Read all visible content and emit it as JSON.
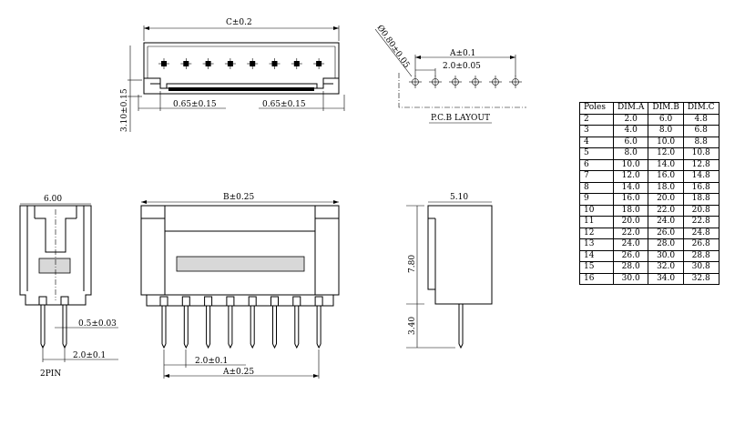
{
  "labels": {
    "dim_c": "C±0.2",
    "side_height": "3.10±0.15",
    "peg_left": "0.65±0.15",
    "peg_right": "0.65±0.15",
    "hole_dia": "Ø0.80±0.05",
    "dim_a_pcb": "A±0.1",
    "pitch_pcb": "2.0±0.05",
    "pcb_layout": "P.C.B LAYOUT",
    "width_600": "6.00",
    "pin_width": "0.5±0.03",
    "pitch_2pin": "2.0±0.1",
    "pin_count": "2PIN",
    "dim_b": "B±0.25",
    "pitch_front": "2.0±0.1",
    "dim_a_front": "A±0.25",
    "depth_510": "5.10",
    "height_780": "7.80",
    "pin_340": "3.40"
  },
  "table": {
    "headers": [
      "Poles",
      "DIM.A",
      "DIM.B",
      "DIM.C"
    ],
    "rows": [
      [
        "2",
        "2.0",
        "6.0",
        "4.8"
      ],
      [
        "3",
        "4.0",
        "8.0",
        "6.8"
      ],
      [
        "4",
        "6.0",
        "10.0",
        "8.8"
      ],
      [
        "5",
        "8.0",
        "12.0",
        "10.8"
      ],
      [
        "6",
        "10.0",
        "14.0",
        "12.8"
      ],
      [
        "7",
        "12.0",
        "16.0",
        "14.8"
      ],
      [
        "8",
        "14.0",
        "18.0",
        "16.8"
      ],
      [
        "9",
        "16.0",
        "20.0",
        "18.8"
      ],
      [
        "10",
        "18.0",
        "22.0",
        "20.8"
      ],
      [
        "11",
        "20.0",
        "24.0",
        "22.8"
      ],
      [
        "12",
        "22.0",
        "26.0",
        "24.8"
      ],
      [
        "13",
        "24.0",
        "28.0",
        "26.8"
      ],
      [
        "14",
        "26.0",
        "30.0",
        "28.8"
      ],
      [
        "15",
        "28.0",
        "32.0",
        "30.8"
      ],
      [
        "16",
        "30.0",
        "34.0",
        "32.8"
      ]
    ]
  }
}
